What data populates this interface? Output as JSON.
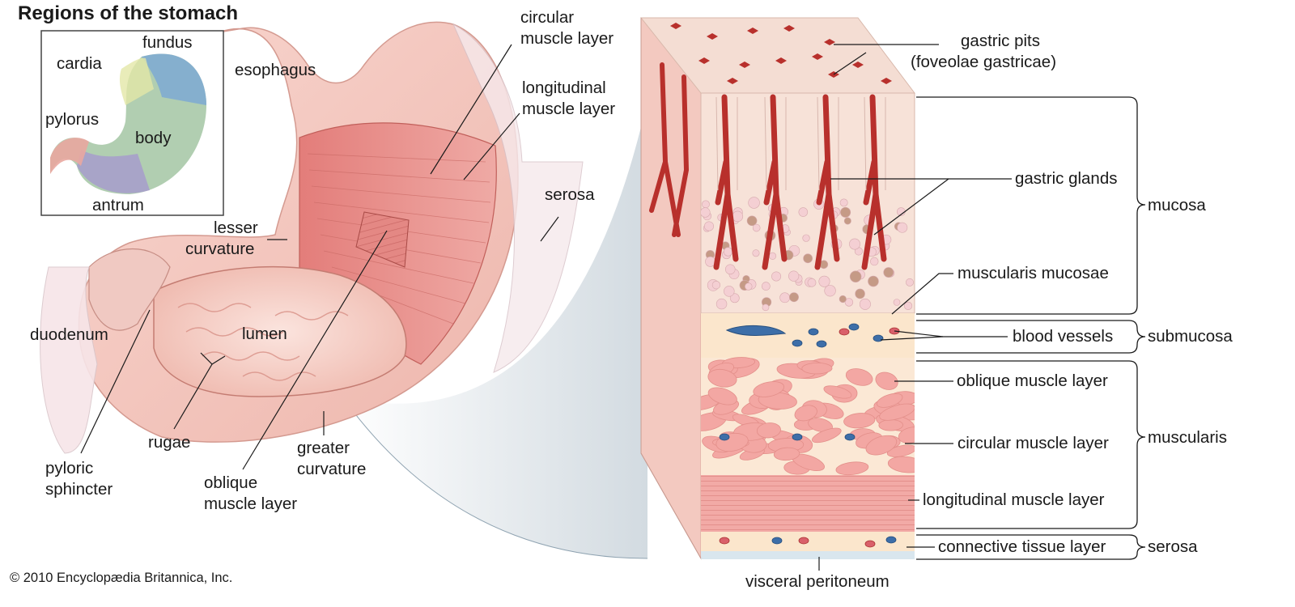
{
  "title": "Regions of the stomach",
  "copyright": "© 2010 Encyclopædia Britannica, Inc.",
  "inset": {
    "fundus": "fundus",
    "cardia": "cardia",
    "pylorus": "pylorus",
    "body": "body",
    "antrum": "antrum"
  },
  "stomach_labels": {
    "esophagus": "esophagus",
    "circular_muscle": [
      "circular",
      "muscle layer"
    ],
    "longitudinal_muscle": [
      "longitudinal",
      "muscle layer"
    ],
    "serosa": "serosa",
    "lesser_curvature": [
      "lesser",
      "curvature"
    ],
    "duodenum": "duodenum",
    "lumen": "lumen",
    "rugae": "rugae",
    "pyloric_sphincter": [
      "pyloric",
      "sphincter"
    ],
    "oblique_muscle": [
      "oblique",
      "muscle layer"
    ],
    "greater_curvature": [
      "greater",
      "curvature"
    ]
  },
  "section_labels": {
    "gastric_pits": [
      "gastric pits",
      "(foveolae gastricae)"
    ],
    "gastric_glands": "gastric glands",
    "muscularis_mucosae": "muscularis mucosae",
    "blood_vessels": "blood vessels",
    "oblique_muscle_layer": "oblique muscle layer",
    "circular_muscle_layer": "circular muscle layer",
    "longitudinal_muscle_layer": "longitudinal muscle layer",
    "connective_tissue_layer": "connective tissue layer",
    "visceral_peritoneum": "visceral peritoneum"
  },
  "bracket_labels": {
    "mucosa": "mucosa",
    "submucosa": "submucosa",
    "muscularis": "muscularis",
    "serosa": "serosa"
  },
  "colors": {
    "stomach_outer": "#f3c6be",
    "muscle": "#e58a86",
    "lumen": "#f6d6cf",
    "tissue_light": "#f7e2d8",
    "gland_red": "#b8302c",
    "submucosa_bg": "#fbe6cc",
    "muscle_cell": "#f3a7a3",
    "vessel_blue": "#3d6ea8",
    "fundus_blue": "#7aa7d6",
    "cardia_yellow": "#e3e7a8",
    "body_green": "#a9c9a8",
    "antrum_purple": "#a79ccd",
    "pylorus_red": "#e9a7a0",
    "connector_gray": "#c9d3da"
  }
}
